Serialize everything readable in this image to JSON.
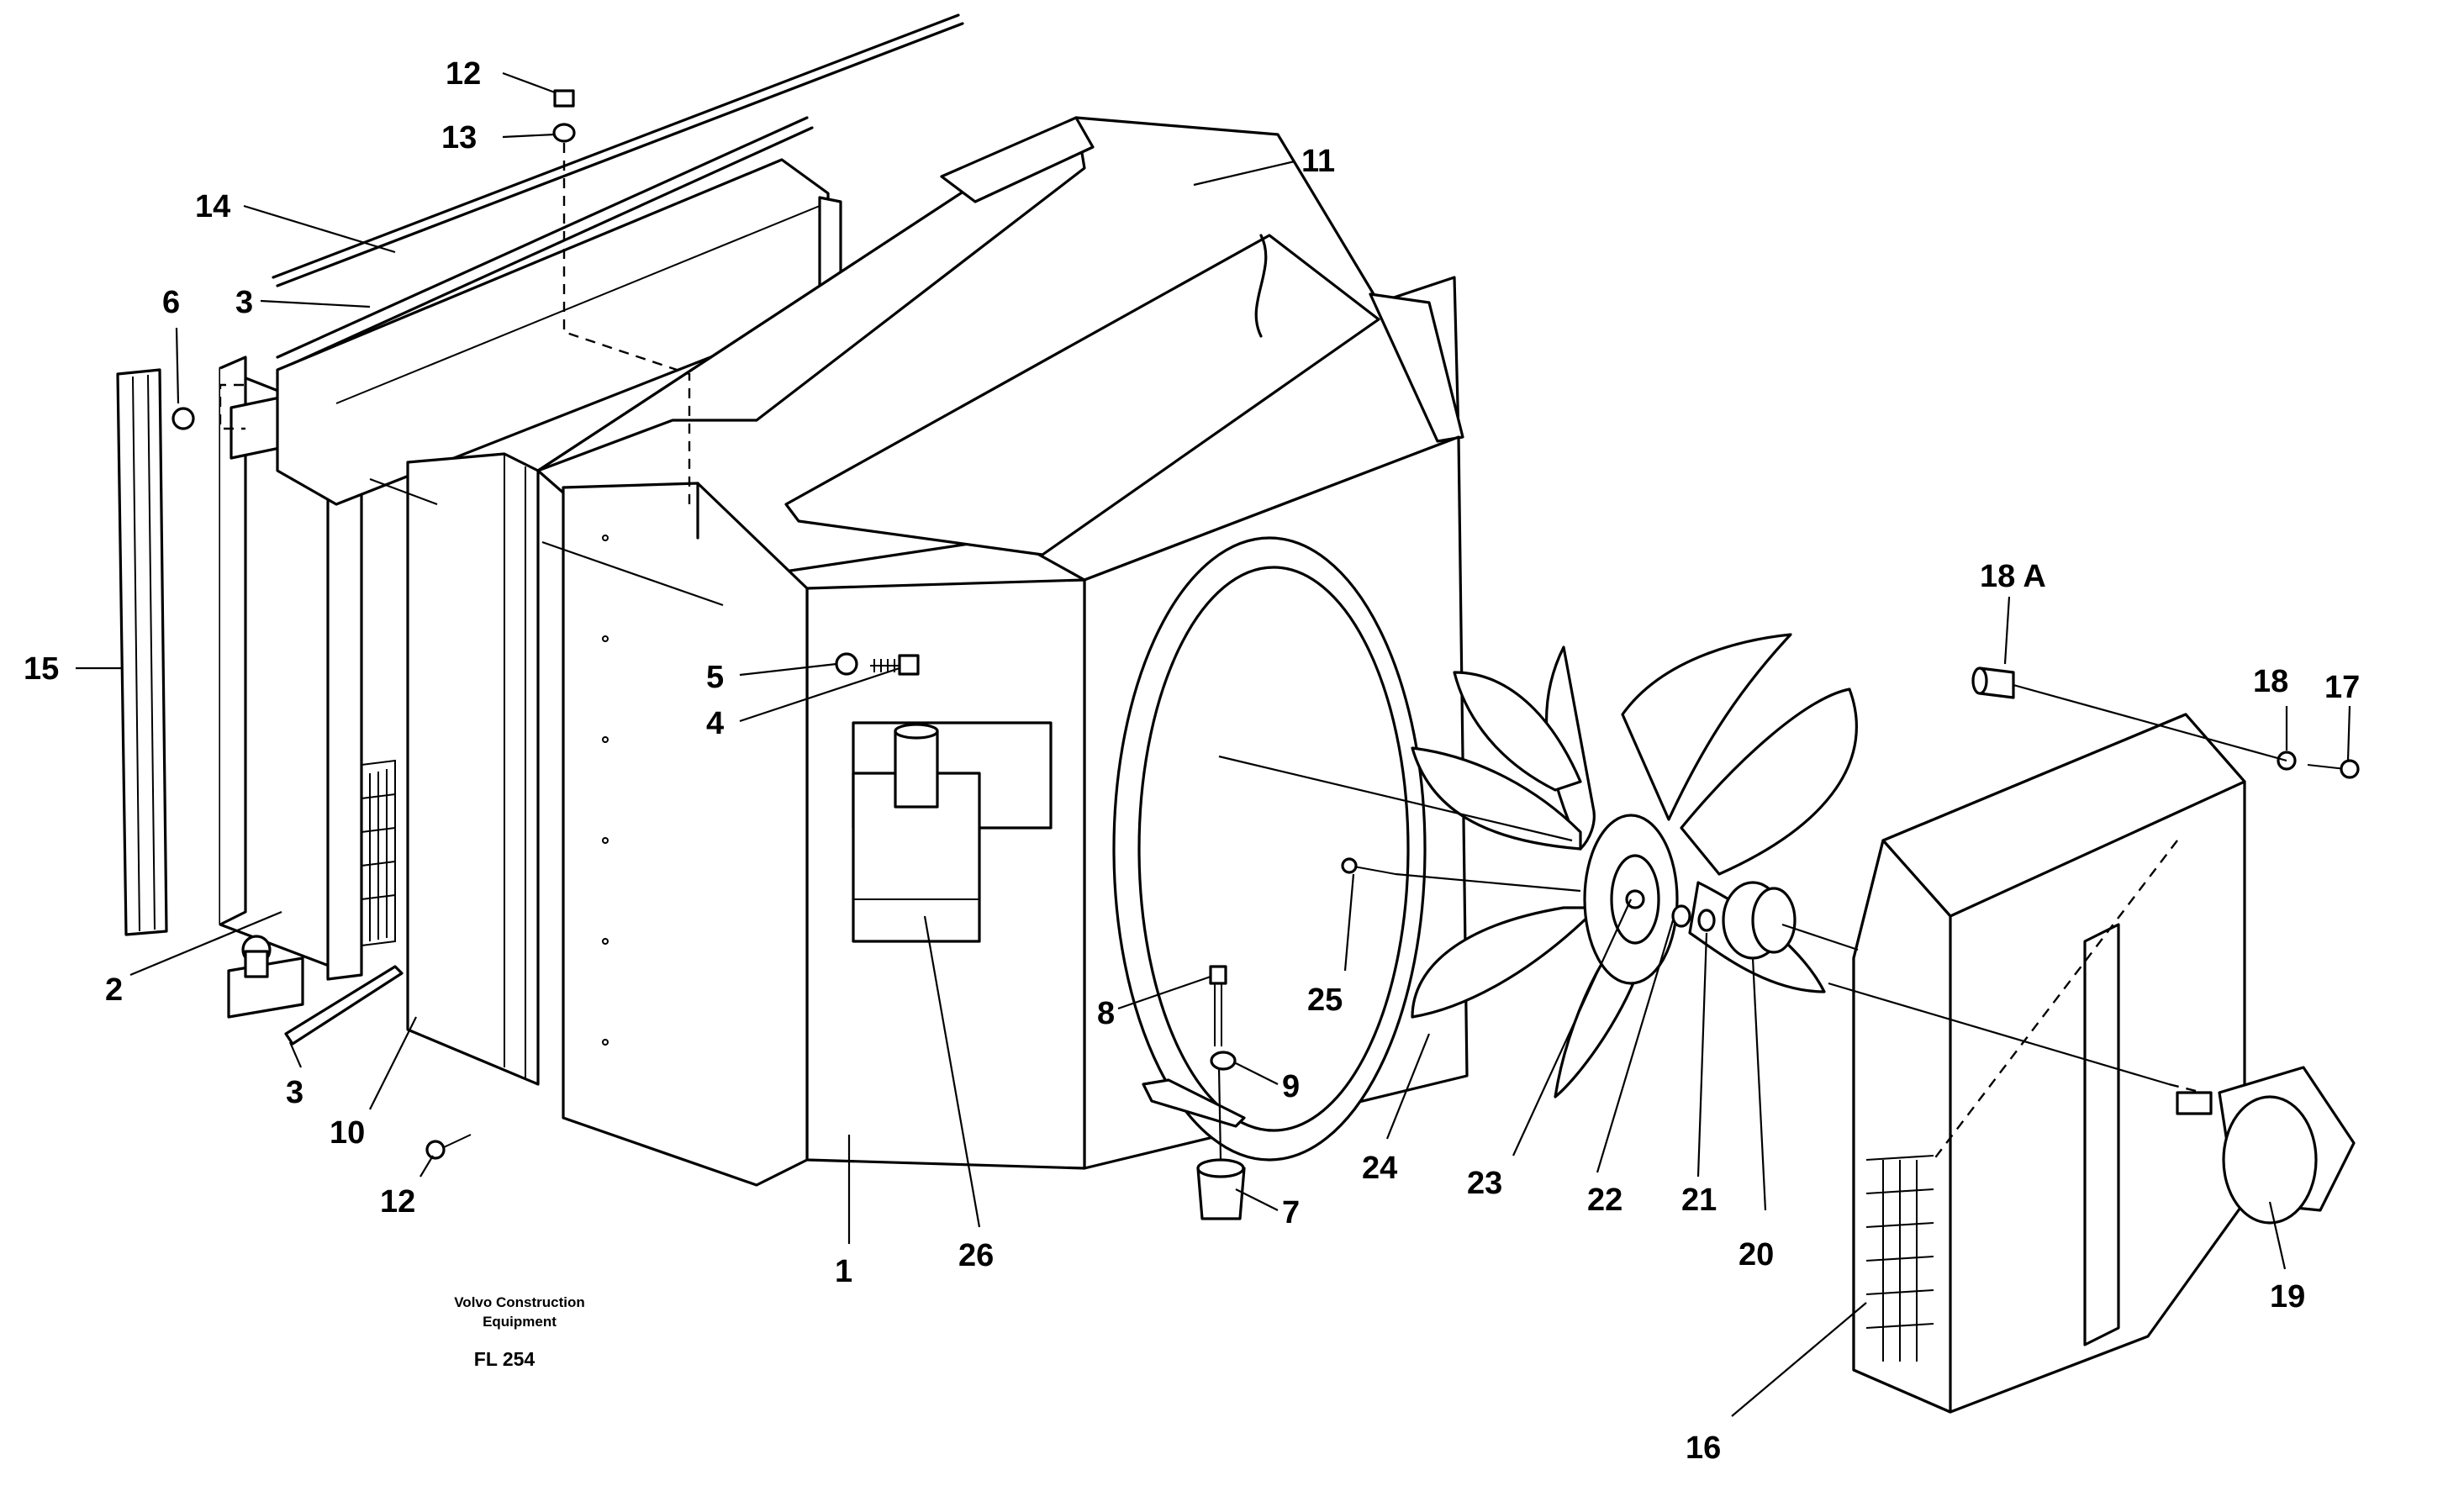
{
  "callouts": {
    "c1": "1",
    "c2": "2",
    "c3a": "3",
    "c3b": "3",
    "c4": "4",
    "c5": "5",
    "c6": "6",
    "c7": "7",
    "c8": "8",
    "c9": "9",
    "c10": "10",
    "c11": "11",
    "c12a": "12",
    "c12b": "12",
    "c13": "13",
    "c14": "14",
    "c15": "15",
    "c16": "16",
    "c17": "17",
    "c18": "18",
    "c18a": "18 A",
    "c19": "19",
    "c20": "20",
    "c21": "21",
    "c22": "22",
    "c23": "23",
    "c24": "24",
    "c25": "25",
    "c26": "26"
  },
  "caption": {
    "line1": "Volvo Construction",
    "line2": "Equipment",
    "code": "FL 254"
  }
}
